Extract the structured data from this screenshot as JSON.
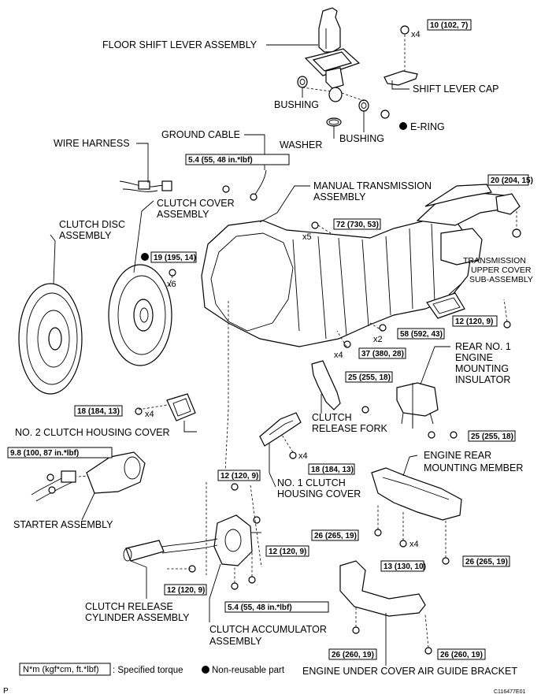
{
  "labels": {
    "floor_shift_lever": "FLOOR SHIFT LEVER ASSEMBLY",
    "shift_lever_cap": "SHIFT LEVER CAP",
    "bushing_1": "BUSHING",
    "bushing_2": "BUSHING",
    "washer": "WASHER",
    "e_ring": "E-RING",
    "ground_cable": "GROUND CABLE",
    "wire_harness": "WIRE HARNESS",
    "manual_transmission_1": "MANUAL TRANSMISSION",
    "manual_transmission_2": "ASSEMBLY",
    "clutch_cover_1": "CLUTCH COVER",
    "clutch_cover_2": "ASSEMBLY",
    "clutch_disc_1": "CLUTCH DISC",
    "clutch_disc_2": "ASSEMBLY",
    "trans_upper_cover_1": "TRANSMISSION",
    "trans_upper_cover_2": "UPPER COVER",
    "trans_upper_cover_3": "SUB-ASSEMBLY",
    "rear_mount_1": "REAR NO. 1",
    "rear_mount_2": "ENGINE",
    "rear_mount_3": "MOUNTING",
    "rear_mount_4": "INSULATOR",
    "clutch_release_fork_1": "CLUTCH",
    "clutch_release_fork_2": "RELEASE FORK",
    "no2_clutch_housing_cover": "NO. 2 CLUTCH HOUSING COVER",
    "no1_clutch_housing_1": "NO. 1 CLUTCH",
    "no1_clutch_housing_2": "HOUSING COVER",
    "engine_rear_member_1": "ENGINE REAR",
    "engine_rear_member_2": "MOUNTING MEMBER",
    "starter": "STARTER ASSEMBLY",
    "release_cylinder_1": "CLUTCH RELEASE",
    "release_cylinder_2": "CYLINDER ASSEMBLY",
    "accumulator_1": "CLUTCH ACCUMULATOR",
    "accumulator_2": "ASSEMBLY",
    "air_guide_bracket": "ENGINE UNDER COVER AIR GUIDE BRACKET"
  },
  "torques": {
    "t_shift_cap": "10 (102, 7)",
    "t_ground": "5.4 (55, 48 in.*lbf)",
    "t_upper_right": "20 (204, 15)",
    "t_trans_main": "72 (730, 53)",
    "t_clutch_cover": "19 (195, 14)",
    "t_58": "58 (592, 43)",
    "t_37": "37 (380, 28)",
    "t_upper_cover": "12 (120, 9)",
    "t_rear_mount_top": "25 (255, 18)",
    "t_rear_mount_right": "25 (255, 18)",
    "t_no2_cover": "18 (184, 13)",
    "t_no1_cover": "18 (184, 13)",
    "t_starter": "9.8 (100, 87 in.*lbf)",
    "t_acc_top": "12 (120, 9)",
    "t_acc_right": "12 (120, 9)",
    "t_cyl": "12 (120, 9)",
    "t_acc_bottom": "5.4 (55, 48 in.*lbf)",
    "t_member_left": "26 (265, 19)",
    "t_member_13": "13 (130, 10)",
    "t_member_right": "26 (265, 19)",
    "t_bracket_left": "26 (260, 19)",
    "t_bracket_right": "26 (260, 19)"
  },
  "multipliers": {
    "m_x4_cap": "x4",
    "m_x5": "x5",
    "m_x6": "x6",
    "m_x2": "x2",
    "m_x4_37": "x4",
    "m_x4_no2": "x4",
    "m_x4_no1": "x4",
    "m_x4_member": "x4"
  },
  "legend": {
    "unit_box": "N*m (kgf*cm, ft.*lbf)",
    "unit_text": ": Specified torque",
    "nonreusable": "Non-reusable part"
  },
  "corner": {
    "left": "P",
    "right": "C116477E01"
  }
}
